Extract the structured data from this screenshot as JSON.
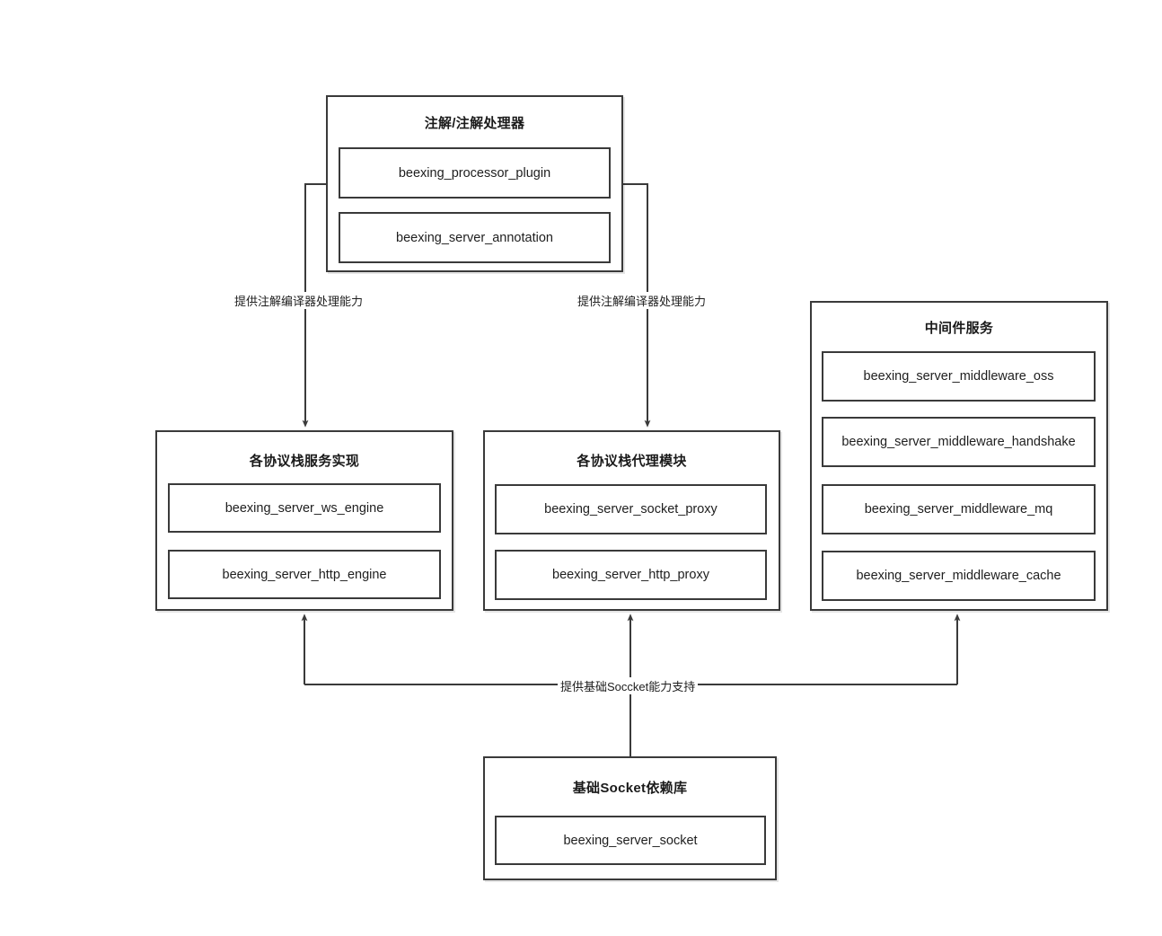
{
  "diagram": {
    "title_text": "beexing server architecture module diagram",
    "background": "#ffffff",
    "line_color": "#3a3a3a",
    "text_color": "#1e1e1e"
  },
  "groups": {
    "annotation": {
      "title": "注解/注解处理器",
      "nodes": [
        {
          "label": "beexing_processor_plugin"
        },
        {
          "label": "beexing_server_annotation"
        }
      ]
    },
    "protocol_engine": {
      "title": "各协议栈服务实现",
      "nodes": [
        {
          "label": "beexing_server_ws_engine"
        },
        {
          "label": "beexing_server_http_engine"
        }
      ]
    },
    "protocol_proxy": {
      "title": "各协议栈代理模块",
      "nodes": [
        {
          "label": "beexing_server_socket_proxy"
        },
        {
          "label": "beexing_server_http_proxy"
        }
      ]
    },
    "middleware": {
      "title": "中间件服务",
      "nodes": [
        {
          "label": "beexing_server_middleware_oss"
        },
        {
          "label": "beexing_server_middleware_handshake"
        },
        {
          "label": "beexing_server_middleware_mq"
        },
        {
          "label": "beexing_server_middleware_cache"
        }
      ]
    },
    "socket_base": {
      "title": "基础Socket依赖库",
      "nodes": [
        {
          "label": "beexing_server_socket"
        }
      ]
    }
  },
  "edges": {
    "annotation_to_engine_label": "提供注解编译器处理能力",
    "annotation_to_proxy_label": "提供注解编译器处理能力",
    "socket_bus_label": "提供基础Soccket能力支持"
  }
}
